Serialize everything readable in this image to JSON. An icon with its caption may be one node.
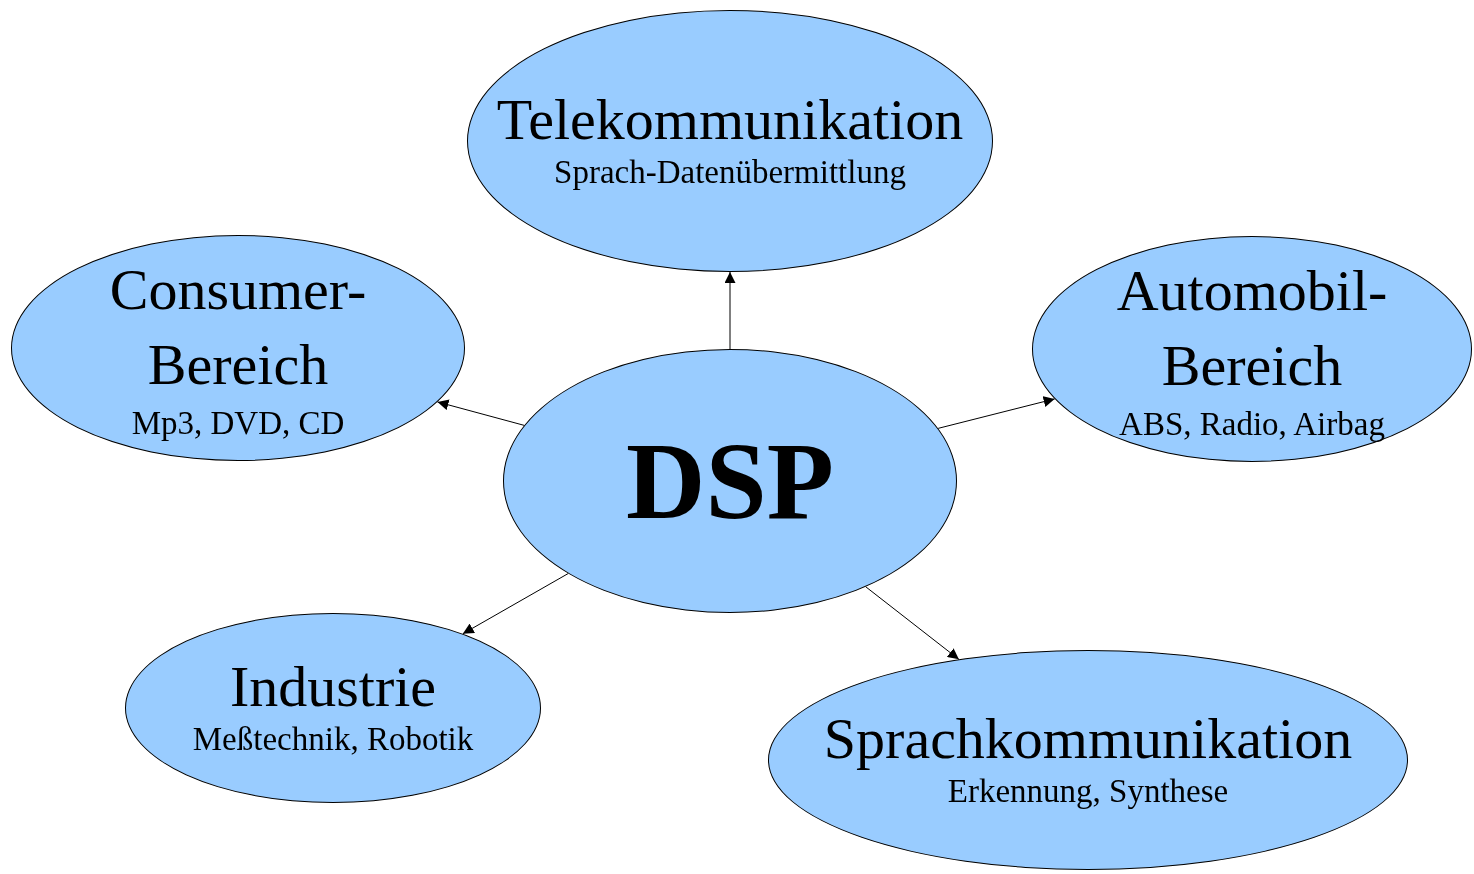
{
  "diagram": {
    "nodes": [
      {
        "text": [
          "DSP"
        ]
      },
      {
        "text": [
          "Telekommunikation",
          "Sprach-Datenübermittlung"
        ]
      },
      {
        "text": [
          "Consumer- Bereich",
          "Mp3, DVD, CD"
        ]
      },
      {
        "text": [
          "Automobil- Bereich",
          "ABS, Radio, Airbag"
        ]
      },
      {
        "text": [
          "Industrie",
          "Meßtechnik, Robotik"
        ]
      },
      {
        "text": [
          "Sprachkommunikation",
          "Erkennung, Synthese"
        ]
      }
    ],
    "edges": [
      {
        "from": 0,
        "to": 1,
        "arrow": "to"
      },
      {
        "from": 0,
        "to": 3,
        "arrow": "to"
      },
      {
        "from": 0,
        "to": 2,
        "arrow": "to"
      },
      {
        "from": 0,
        "to": 4,
        "arrow": "to"
      },
      {
        "from": 0,
        "to": 5,
        "arrow": "to"
      }
    ]
  }
}
